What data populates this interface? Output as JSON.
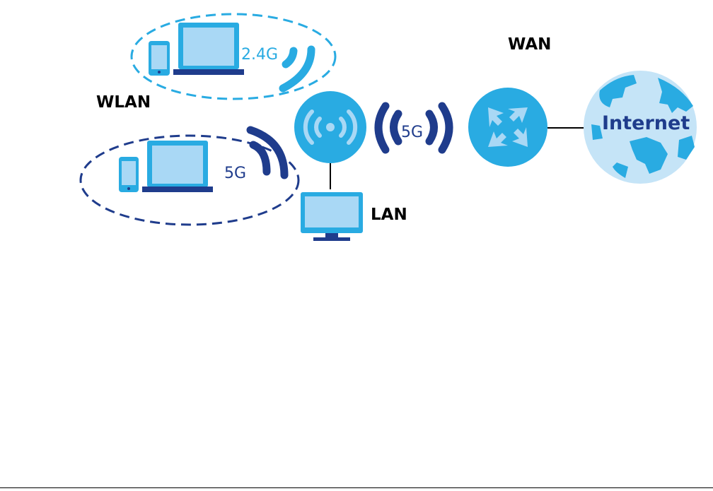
{
  "labels": {
    "wlan": "WLAN",
    "wan": "WAN",
    "lan": "LAN",
    "band_24": "2.4G",
    "band_5_wlan": "5G",
    "band_5_backhaul": "5G",
    "internet": "Internet"
  },
  "colors": {
    "light_blue": "#29ABE2",
    "fill_blue": "#A9D8F5",
    "navy": "#1F3C8C",
    "globe_fill": "#C5E4F7",
    "line": "#000000"
  },
  "icons": {
    "phone": "phone-icon",
    "laptop": "laptop-icon",
    "signal": "wifi-signal-icon",
    "access_point": "access-point-icon",
    "router": "router-icon",
    "globe": "globe-icon",
    "monitor": "monitor-icon"
  }
}
